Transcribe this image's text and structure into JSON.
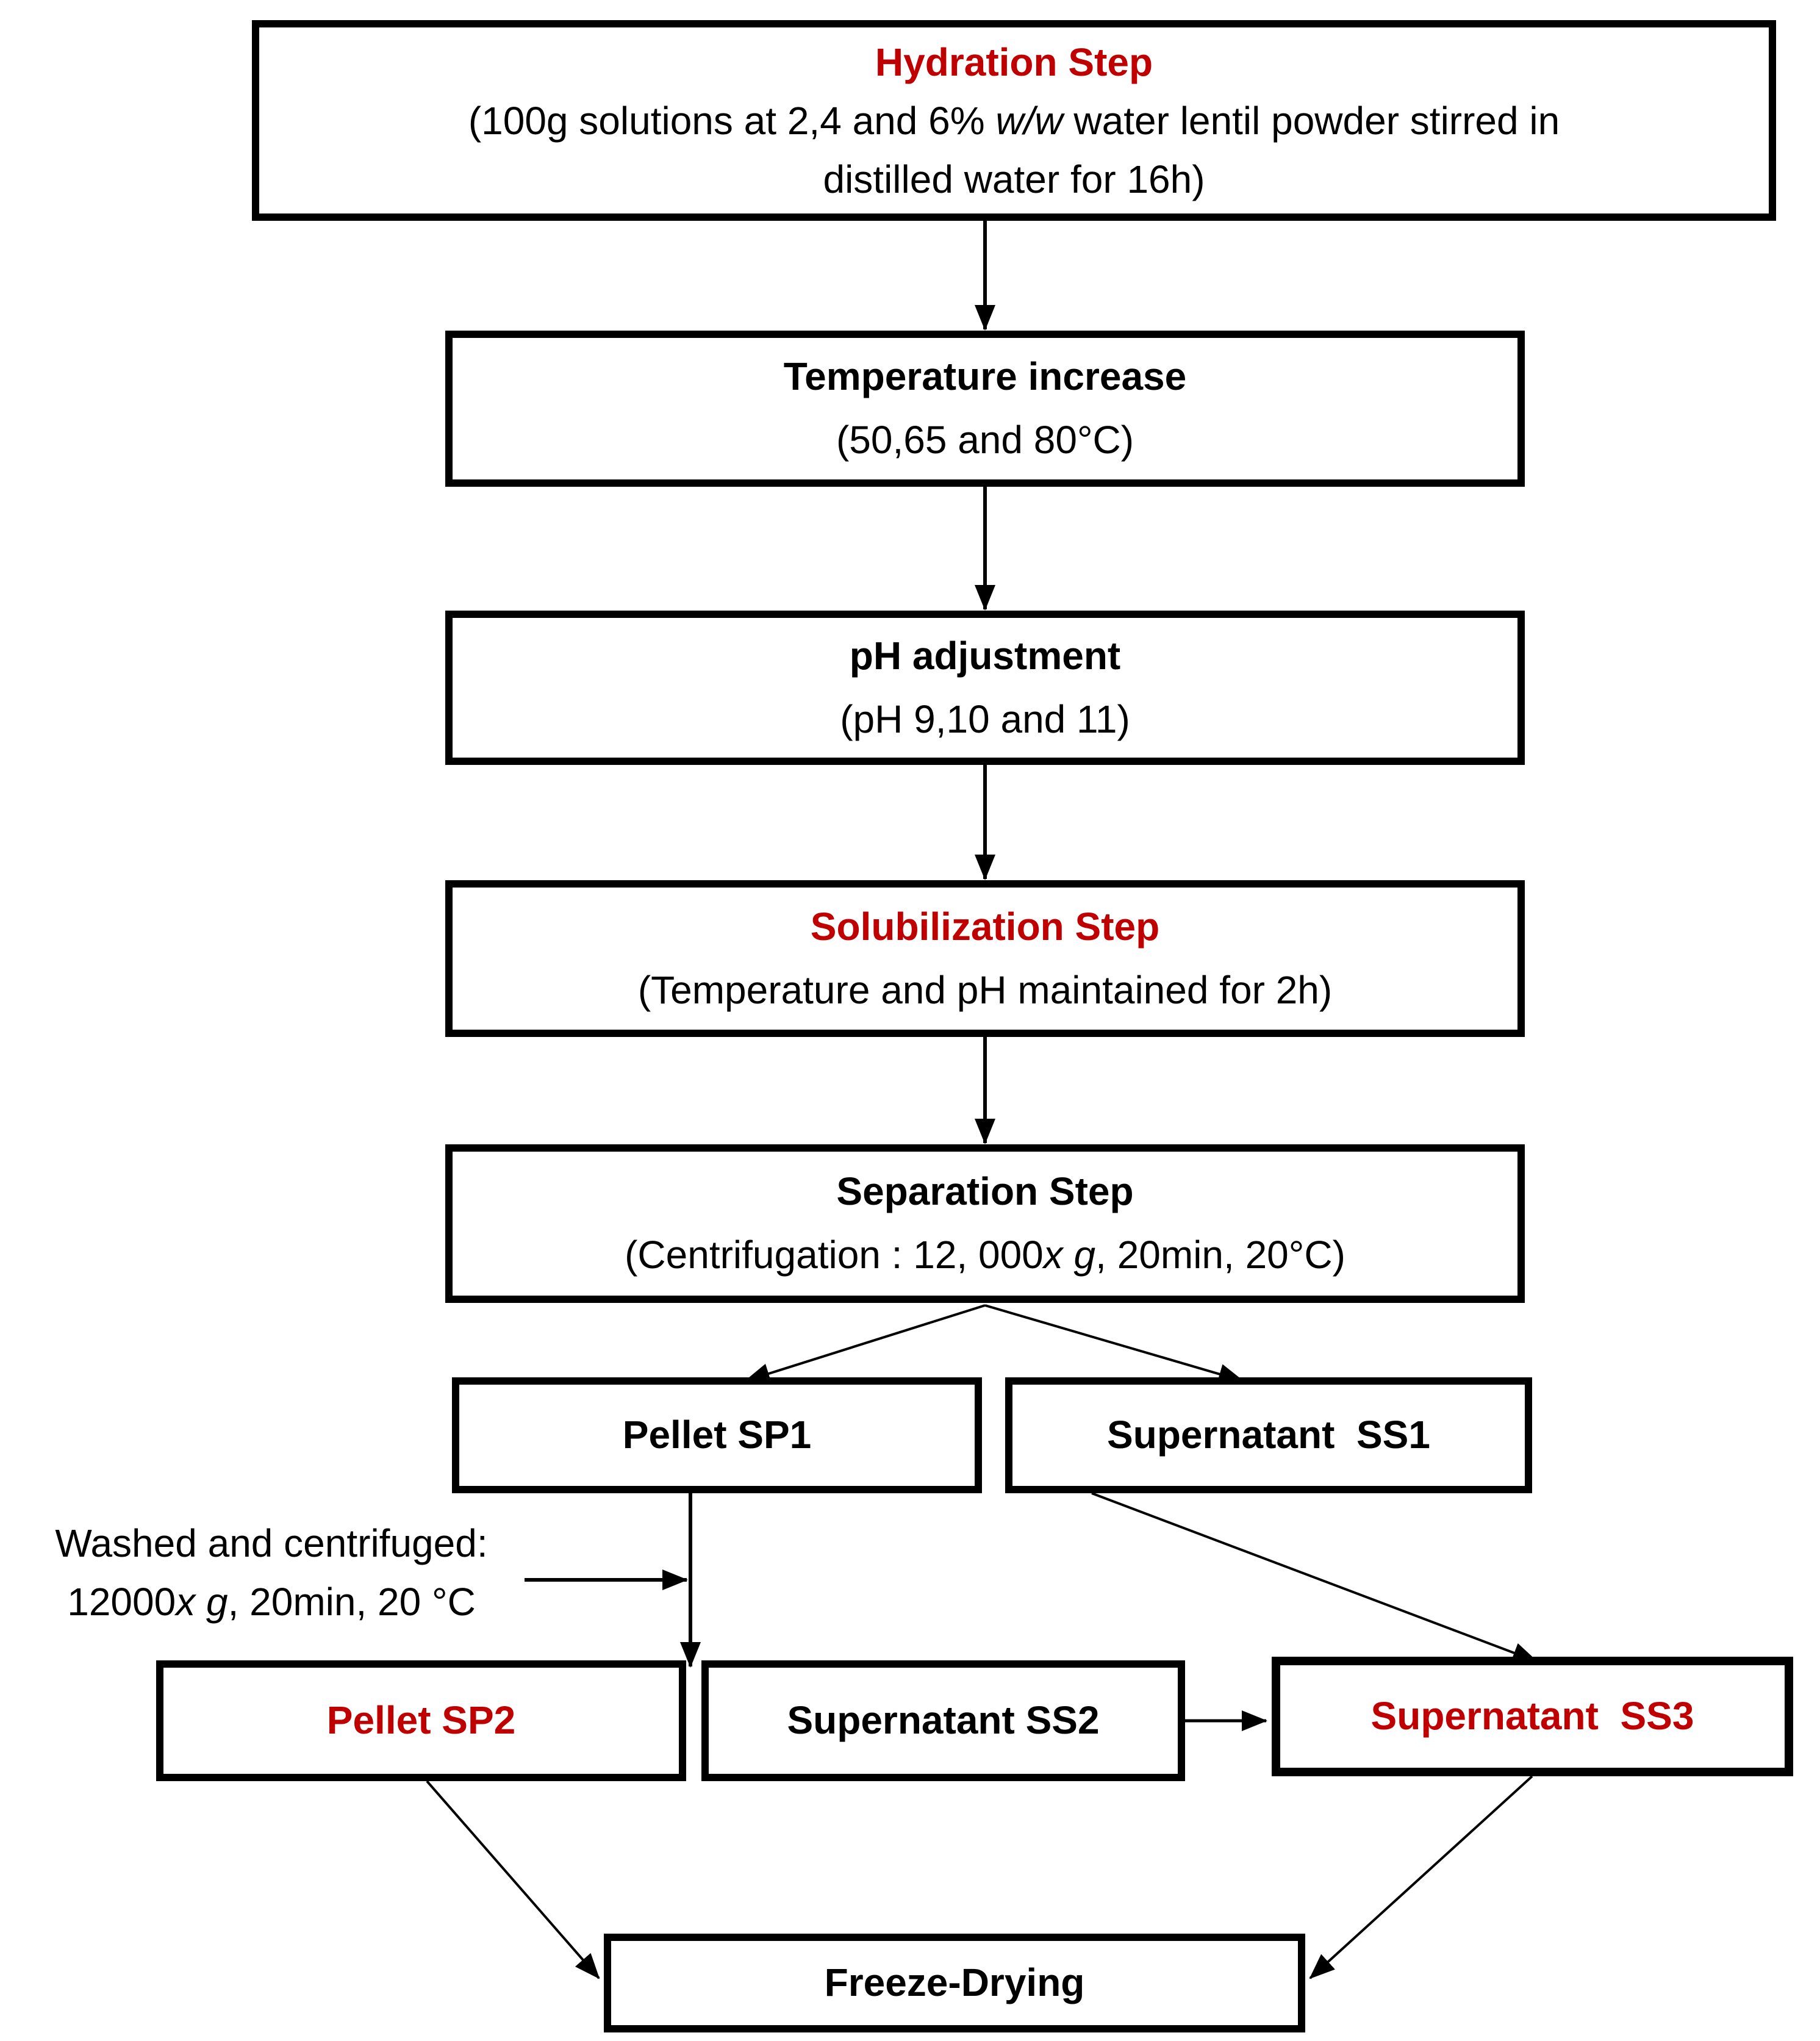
{
  "colors": {
    "title_red": "#c00000",
    "text_black": "#000000",
    "box_border": "#000000",
    "background": "#ffffff"
  },
  "flowchart": {
    "hydration": {
      "title": "Hydration Step",
      "body": [
        "(100g solutions at 2,4 and 6% ",
        "w/w",
        " water lentil powder stirred in\ndistilled water for 16h)"
      ]
    },
    "temperature": {
      "title": "Temperature increase",
      "body": "(50,65 and 80°C)"
    },
    "ph": {
      "title": "pH adjustment",
      "body": "(pH 9,10 and 11)"
    },
    "solubilization": {
      "title": "Solubilization Step",
      "body": "(Temperature and pH maintained for 2h)"
    },
    "separation": {
      "title": "Separation Step",
      "body": [
        "(Centrifugation : 12, 000",
        "x g",
        ", 20min, 20°C)"
      ]
    },
    "pellet_sp1": {
      "label": "Pellet SP1"
    },
    "supernatant_ss1": {
      "label": "Supernatant  SS1"
    },
    "note": {
      "line1": "Washed and centrifuged:",
      "line2": [
        "12000",
        "x g",
        ", 20min, 20 °C"
      ]
    },
    "pellet_sp2": {
      "label": "Pellet SP2"
    },
    "supernatant_ss2": {
      "label": "Supernatant SS2"
    },
    "supernatant_ss3": {
      "label": "Supernatant  SS3"
    },
    "freeze_drying": {
      "label": "Freeze-Drying"
    }
  }
}
